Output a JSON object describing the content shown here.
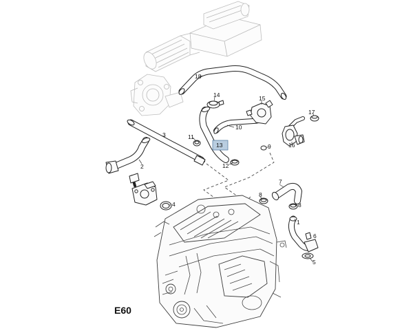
{
  "diagram": {
    "section_code": "E60",
    "callouts": [
      {
        "id": "c18",
        "text": "18"
      },
      {
        "id": "c14",
        "text": "14"
      },
      {
        "id": "c15",
        "text": "15"
      },
      {
        "id": "c17",
        "text": "17"
      },
      {
        "id": "c3",
        "text": "3"
      },
      {
        "id": "c10",
        "text": "10"
      },
      {
        "id": "c11",
        "text": "11"
      },
      {
        "id": "c13",
        "text": "13"
      },
      {
        "id": "c9",
        "text": "9"
      },
      {
        "id": "c16",
        "text": "16"
      },
      {
        "id": "c12",
        "text": "12"
      },
      {
        "id": "c2",
        "text": "2"
      },
      {
        "id": "c7",
        "text": "7"
      },
      {
        "id": "c8a",
        "text": "8"
      },
      {
        "id": "c8b",
        "text": "8"
      },
      {
        "id": "c1",
        "text": "1"
      },
      {
        "id": "c4",
        "text": "4"
      },
      {
        "id": "c6",
        "text": "6"
      },
      {
        "id": "c5",
        "text": "5"
      }
    ],
    "highlighted_part": "13",
    "highlight_color": "#b9cde0",
    "line_color": "#222222"
  }
}
